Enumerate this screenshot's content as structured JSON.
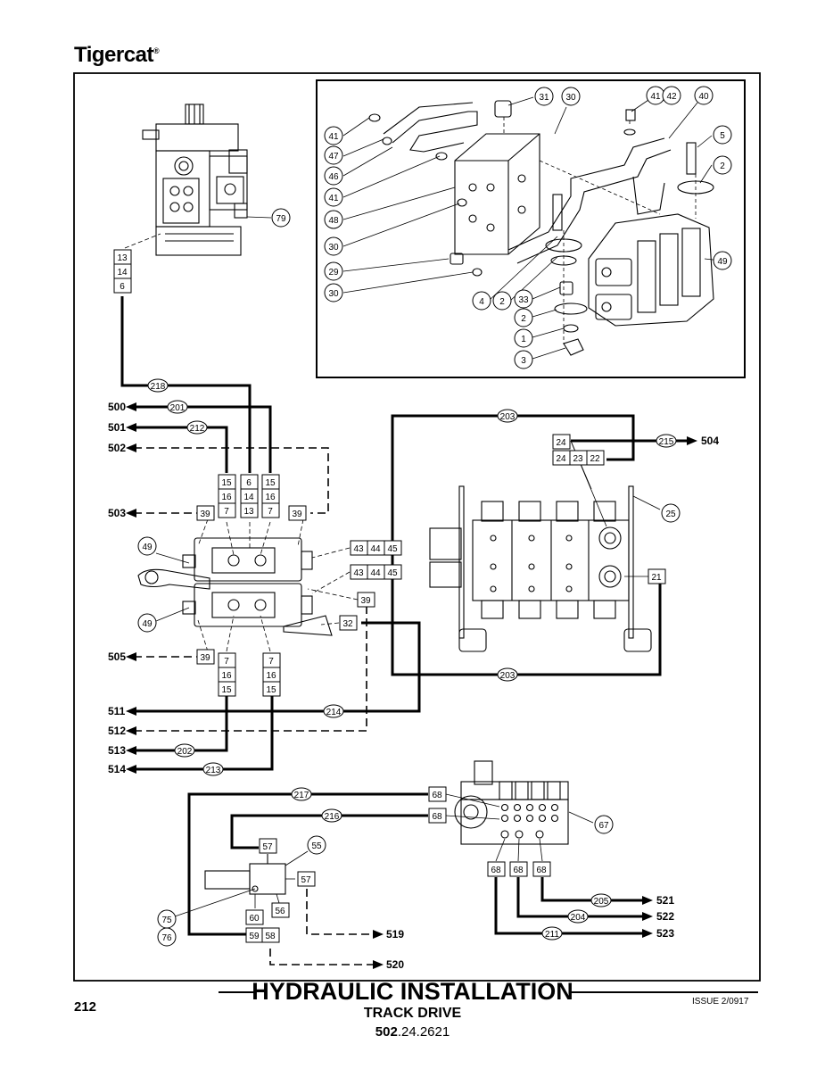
{
  "brand": "Tigercat",
  "brand_mark": "®",
  "footer": {
    "page_number": "212",
    "title": "HYDRAULIC INSTALLATION",
    "subtitle": "TRACK DRIVE",
    "part_prefix": "502",
    "part_suffix": ".24.2621",
    "issue": "ISSUE 2/0917"
  },
  "line_labels": {
    "l500": "500",
    "l501": "501",
    "l502": "502",
    "l503": "503",
    "l504": "504",
    "l505": "505",
    "l511": "511",
    "l512": "512",
    "l513": "513",
    "l514": "514",
    "l519": "519",
    "l520": "520",
    "l521": "521",
    "l522": "522",
    "l523": "523"
  },
  "hose_callouts": {
    "h218": "218",
    "h201": "201",
    "h212": "212",
    "h203a": "203",
    "h203b": "203",
    "h215": "215",
    "h214": "214",
    "h202": "202",
    "h213": "213",
    "h217": "217",
    "h216": "216",
    "h205": "205",
    "h204": "204",
    "h211": "211"
  },
  "part_callouts": {
    "c79": "79",
    "c49a": "49",
    "c49b": "49",
    "c25": "25",
    "c67": "67",
    "c55": "55",
    "c75": "75",
    "c76": "76",
    "c31": "31",
    "c30a": "30",
    "c41a": "41",
    "c47": "47",
    "c46": "46",
    "c41b": "41",
    "c48": "48",
    "c30b": "30",
    "c29": "29",
    "c30c": "30",
    "c4": "4",
    "c2a": "2",
    "c33": "33",
    "c2b": "2",
    "c1": "1",
    "c3": "3",
    "c4142": "41",
    "c42": "42",
    "c40": "40",
    "c5": "5",
    "c2c": "2",
    "c49c": "49"
  },
  "part_boxes": {
    "pump_stack": [
      "13",
      "14",
      "6"
    ],
    "col_a": [
      "15",
      "16",
      "7"
    ],
    "col_b": [
      "6",
      "14",
      "13"
    ],
    "col_c": [
      "15",
      "16",
      "7"
    ],
    "b39a": "39",
    "b39b": "39",
    "b39c": "39",
    "b39d": "39",
    "row_upper": [
      "43",
      "44",
      "45"
    ],
    "row_lower": [
      "43",
      "44",
      "45"
    ],
    "b32": "32",
    "col_d": [
      "7",
      "16",
      "15"
    ],
    "col_e": [
      "7",
      "16",
      "15"
    ],
    "b24": "24",
    "row_24": [
      "24",
      "23",
      "22"
    ],
    "b21": "21",
    "b68a": "68",
    "b68b": "68",
    "b68c": "68",
    "b68d": "68",
    "b68e": "68",
    "b57a": "57",
    "b57b": "57",
    "b56": "56",
    "b60": "60",
    "b59": "59",
    "b58": "58"
  }
}
